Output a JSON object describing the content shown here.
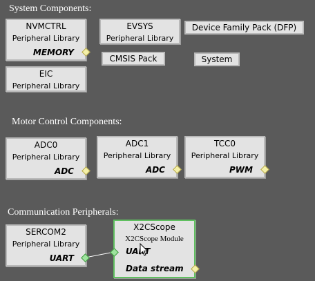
{
  "groups": {
    "system": "System Components:",
    "motor": "Motor Control Components:",
    "comm": "Communication Peripherals:"
  },
  "components": {
    "nvmctrl": {
      "name": "NVMCTRL",
      "sub": "Peripheral Library",
      "cap": "MEMORY"
    },
    "evsys": {
      "name": "EVSYS",
      "sub": "Peripheral Library"
    },
    "eic": {
      "name": "EIC",
      "sub": "Peripheral Library"
    },
    "adc0": {
      "name": "ADC0",
      "sub": "Peripheral Library",
      "cap": "ADC"
    },
    "adc1": {
      "name": "ADC1",
      "sub": "Peripheral Library",
      "cap": "ADC"
    },
    "tcc0": {
      "name": "TCC0",
      "sub": "Peripheral Library",
      "cap": "PWM"
    },
    "sercom2": {
      "name": "SERCOM2",
      "sub": "Peripheral Library",
      "cap": "UART"
    },
    "x2cscope": {
      "name": "X2CScope",
      "sub": "X2CScope Module",
      "dep": "UART",
      "cap": "Data stream"
    }
  },
  "buttons": {
    "dfp": "Device Family Pack (DFP)",
    "cmsis": "CMSIS Pack",
    "system": "System"
  },
  "colors": {
    "background": "#5a5a5a",
    "node": "#e3e3e3",
    "selected_border": "#5fbf5f",
    "capability_port": "#f4f0a8",
    "connected_port": "#9ee39e"
  }
}
